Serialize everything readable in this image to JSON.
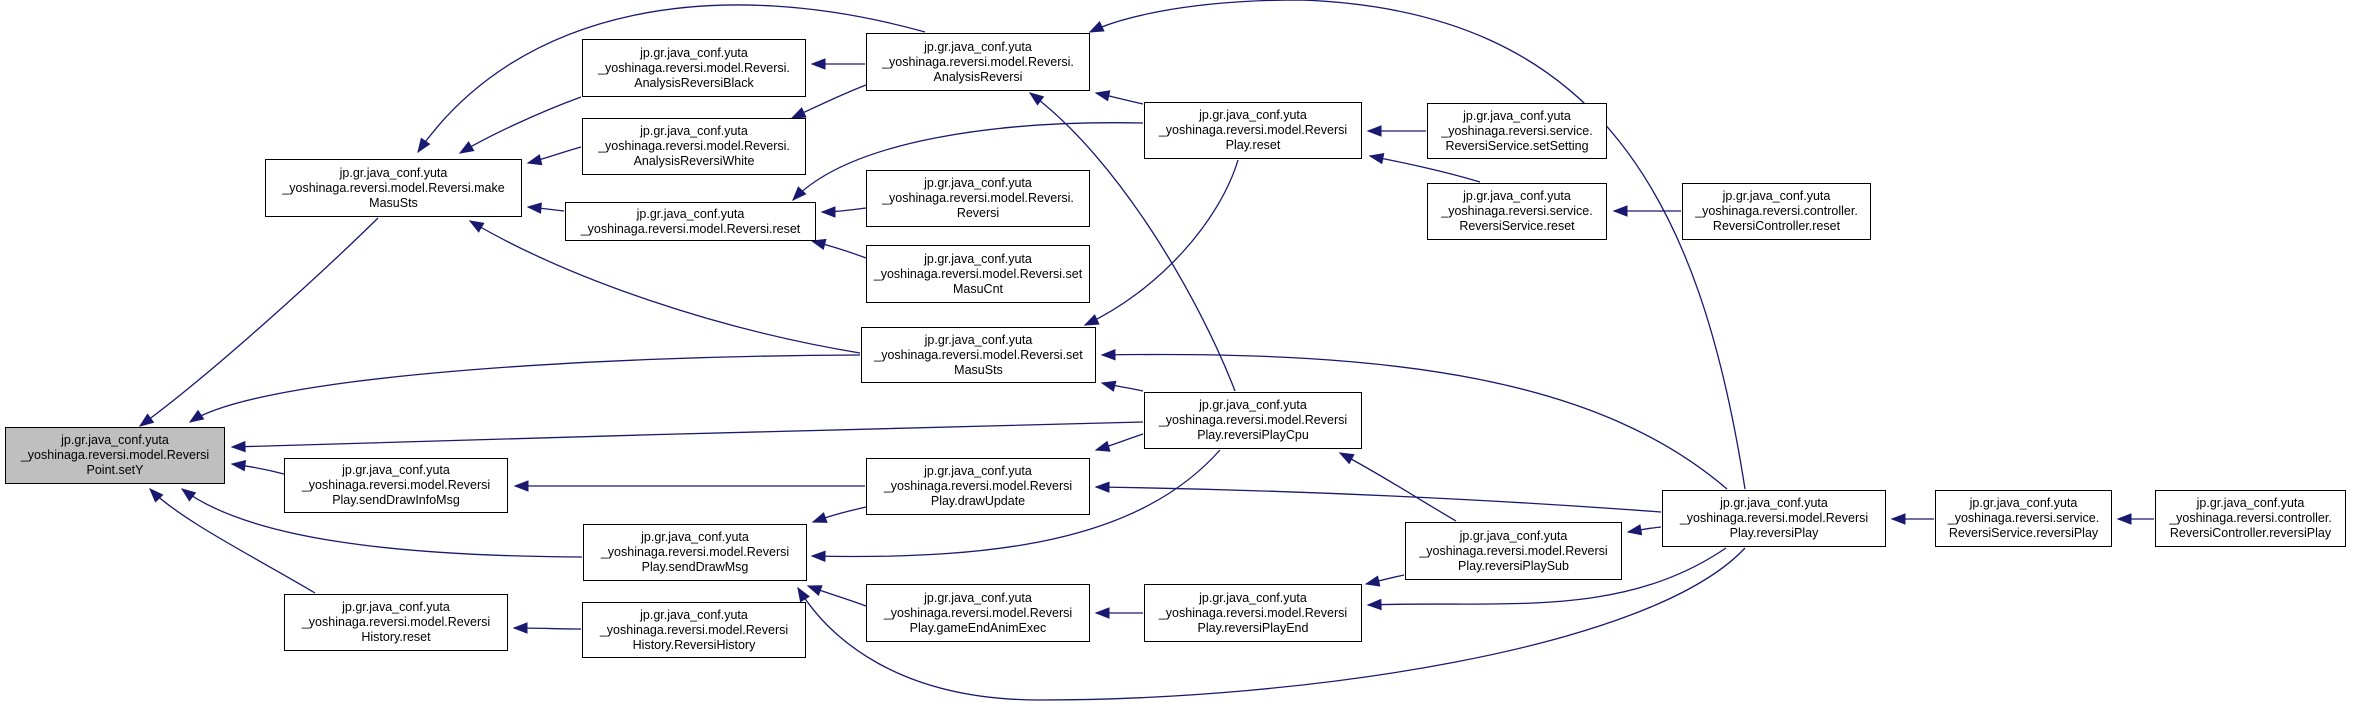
{
  "colors": {
    "edge": "#191970",
    "node_border": "#000000",
    "root_fill": "#bfbfbf",
    "node_fill": "#ffffff"
  },
  "nodes": [
    {
      "id": "setY",
      "lines": [
        "jp.gr.java_conf.yuta",
        "_yoshinaga.reversi.model.Reversi",
        "Point.setY"
      ]
    },
    {
      "id": "makeMasuSts",
      "lines": [
        "jp.gr.java_conf.yuta",
        "_yoshinaga.reversi.model.Reversi.make",
        "MasuSts"
      ]
    },
    {
      "id": "sendDrawInfoMsg",
      "lines": [
        "jp.gr.java_conf.yuta",
        "_yoshinaga.reversi.model.Reversi",
        "Play.sendDrawInfoMsg"
      ]
    },
    {
      "id": "sendDrawMsg",
      "lines": [
        "jp.gr.java_conf.yuta",
        "_yoshinaga.reversi.model.Reversi",
        "Play.sendDrawMsg"
      ]
    },
    {
      "id": "historyReset",
      "lines": [
        "jp.gr.java_conf.yuta",
        "_yoshinaga.reversi.model.Reversi",
        "History.reset"
      ]
    },
    {
      "id": "analysisBlack",
      "lines": [
        "jp.gr.java_conf.yuta",
        "_yoshinaga.reversi.model.Reversi.",
        "AnalysisReversiBlack"
      ]
    },
    {
      "id": "analysisWhite",
      "lines": [
        "jp.gr.java_conf.yuta",
        "_yoshinaga.reversi.model.Reversi.",
        "AnalysisReversiWhite"
      ]
    },
    {
      "id": "reversiReset",
      "lines": [
        "jp.gr.java_conf.yuta",
        "_yoshinaga.reversi.model.Reversi.reset"
      ]
    },
    {
      "id": "reversiHistory",
      "lines": [
        "jp.gr.java_conf.yuta",
        "_yoshinaga.reversi.model.Reversi",
        "History.ReversiHistory"
      ]
    },
    {
      "id": "analysisReversi",
      "lines": [
        "jp.gr.java_conf.yuta",
        "_yoshinaga.reversi.model.Reversi.",
        "AnalysisReversi"
      ]
    },
    {
      "id": "reversiCtor",
      "lines": [
        "jp.gr.java_conf.yuta",
        "_yoshinaga.reversi.model.Reversi.",
        "Reversi"
      ]
    },
    {
      "id": "setMasuCnt",
      "lines": [
        "jp.gr.java_conf.yuta",
        "_yoshinaga.reversi.model.Reversi.set",
        "MasuCnt"
      ]
    },
    {
      "id": "setMasuSts",
      "lines": [
        "jp.gr.java_conf.yuta",
        "_yoshinaga.reversi.model.Reversi.set",
        "MasuSts"
      ]
    },
    {
      "id": "drawUpdate",
      "lines": [
        "jp.gr.java_conf.yuta",
        "_yoshinaga.reversi.model.Reversi",
        "Play.drawUpdate"
      ]
    },
    {
      "id": "gameEndAnimExec",
      "lines": [
        "jp.gr.java_conf.yuta",
        "_yoshinaga.reversi.model.Reversi",
        "Play.gameEndAnimExec"
      ]
    },
    {
      "id": "playReset",
      "lines": [
        "jp.gr.java_conf.yuta",
        "_yoshinaga.reversi.model.Reversi",
        "Play.reset"
      ]
    },
    {
      "id": "reversiPlayCpu",
      "lines": [
        "jp.gr.java_conf.yuta",
        "_yoshinaga.reversi.model.Reversi",
        "Play.reversiPlayCpu"
      ]
    },
    {
      "id": "reversiPlayEnd",
      "lines": [
        "jp.gr.java_conf.yuta",
        "_yoshinaga.reversi.model.Reversi",
        "Play.reversiPlayEnd"
      ]
    },
    {
      "id": "reversiPlaySub",
      "lines": [
        "jp.gr.java_conf.yuta",
        "_yoshinaga.reversi.model.Reversi",
        "Play.reversiPlaySub"
      ]
    },
    {
      "id": "serviceSetSetting",
      "lines": [
        "jp.gr.java_conf.yuta",
        "_yoshinaga.reversi.service.",
        "ReversiService.setSetting"
      ]
    },
    {
      "id": "serviceReset",
      "lines": [
        "jp.gr.java_conf.yuta",
        "_yoshinaga.reversi.service.",
        "ReversiService.reset"
      ]
    },
    {
      "id": "reversiPlay",
      "lines": [
        "jp.gr.java_conf.yuta",
        "_yoshinaga.reversi.model.Reversi",
        "Play.reversiPlay"
      ]
    },
    {
      "id": "controllerReset",
      "lines": [
        "jp.gr.java_conf.yuta",
        "_yoshinaga.reversi.controller.",
        "ReversiController.reset"
      ]
    },
    {
      "id": "serviceReversiPlay",
      "lines": [
        "jp.gr.java_conf.yuta",
        "_yoshinaga.reversi.service.",
        "ReversiService.reversiPlay"
      ]
    },
    {
      "id": "controllerReversiPlay",
      "lines": [
        "jp.gr.java_conf.yuta",
        "_yoshinaga.reversi.controller.",
        "ReversiController.reversiPlay"
      ]
    }
  ],
  "edges": [
    {
      "from": "makeMasuSts",
      "to": "setY"
    },
    {
      "from": "reversiPlayCpu",
      "to": "setY"
    },
    {
      "from": "setMasuSts",
      "to": "setY"
    },
    {
      "from": "sendDrawInfoMsg",
      "to": "setY"
    },
    {
      "from": "sendDrawMsg",
      "to": "setY"
    },
    {
      "from": "historyReset",
      "to": "setY"
    },
    {
      "from": "analysisBlack",
      "to": "makeMasuSts"
    },
    {
      "from": "analysisWhite",
      "to": "makeMasuSts"
    },
    {
      "from": "analysisReversi",
      "to": "makeMasuSts"
    },
    {
      "from": "reversiReset",
      "to": "makeMasuSts"
    },
    {
      "from": "setMasuSts",
      "to": "makeMasuSts"
    },
    {
      "from": "drawUpdate",
      "to": "sendDrawInfoMsg"
    },
    {
      "from": "drawUpdate",
      "to": "sendDrawMsg"
    },
    {
      "from": "reversiPlayCpu",
      "to": "sendDrawMsg"
    },
    {
      "from": "gameEndAnimExec",
      "to": "sendDrawMsg"
    },
    {
      "from": "reversiPlay",
      "to": "sendDrawMsg"
    },
    {
      "from": "reversiHistory",
      "to": "historyReset"
    },
    {
      "from": "analysisReversi",
      "to": "analysisBlack"
    },
    {
      "from": "analysisReversi",
      "to": "analysisWhite"
    },
    {
      "from": "reversiCtor",
      "to": "reversiReset"
    },
    {
      "from": "setMasuCnt",
      "to": "reversiReset"
    },
    {
      "from": "playReset",
      "to": "reversiReset"
    },
    {
      "from": "playReset",
      "to": "analysisReversi"
    },
    {
      "from": "reversiPlayCpu",
      "to": "analysisReversi"
    },
    {
      "from": "reversiPlay",
      "to": "analysisReversi"
    },
    {
      "from": "playReset",
      "to": "setMasuSts"
    },
    {
      "from": "reversiPlayCpu",
      "to": "setMasuSts"
    },
    {
      "from": "reversiPlay",
      "to": "setMasuSts"
    },
    {
      "from": "reversiPlayCpu",
      "to": "drawUpdate"
    },
    {
      "from": "reversiPlay",
      "to": "drawUpdate"
    },
    {
      "from": "reversiPlayEnd",
      "to": "gameEndAnimExec"
    },
    {
      "from": "serviceSetSetting",
      "to": "playReset"
    },
    {
      "from": "serviceReset",
      "to": "playReset"
    },
    {
      "from": "reversiPlaySub",
      "to": "reversiPlayCpu"
    },
    {
      "from": "reversiPlaySub",
      "to": "reversiPlayEnd"
    },
    {
      "from": "reversiPlay",
      "to": "reversiPlayEnd"
    },
    {
      "from": "reversiPlay",
      "to": "reversiPlaySub"
    },
    {
      "from": "controllerReset",
      "to": "serviceReset"
    },
    {
      "from": "serviceReversiPlay",
      "to": "reversiPlay"
    },
    {
      "from": "controllerReversiPlay",
      "to": "serviceReversiPlay"
    }
  ]
}
